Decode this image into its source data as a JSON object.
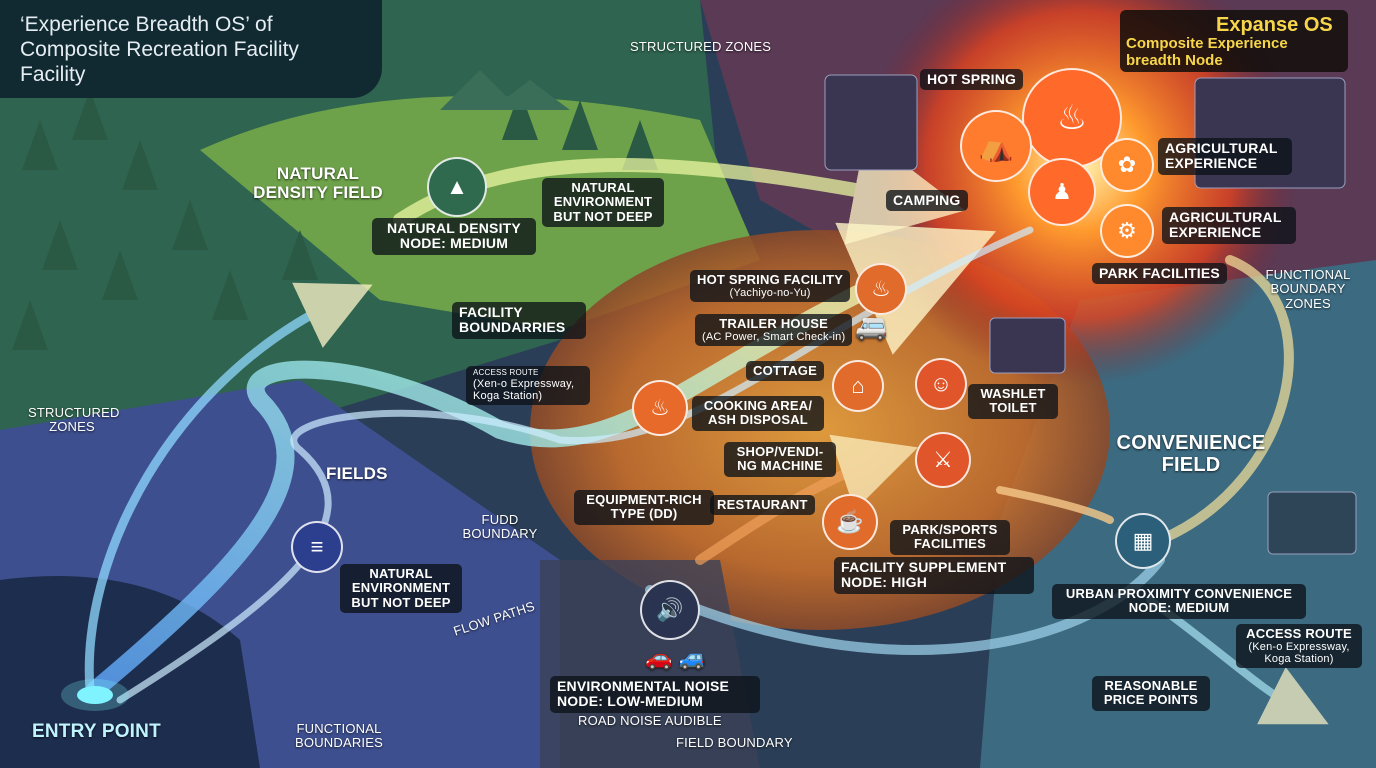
{
  "title": "‘Experience Breadth OS’ of Composite Recreation Facility Facility",
  "os_title": "Expanse OS",
  "os_subtitle": "Composite Experience breadth Node",
  "labels": {
    "structured_zones_top": "STRUCTURED ZONES",
    "natural_density_field": "NATURAL DENSITY FIELD",
    "natural_density_node": "NATURAL DENSITY NODE: MEDIUM",
    "natural_env_top": "NATURAL ENVIRONMENT BUT NOT DEEP",
    "camping": "CAMPING",
    "hot_spring": "HOT SPRING",
    "agricultural_1": "AGRICULTURAL EXPERIENCE",
    "agricultural_2": "AGRICULTURAL EXPERIENCE",
    "park_facilities": "PARK FACILITIES",
    "functional_boundary_zones": "FUNCTIONAL BOUNDARY ZONES",
    "facility_boundaries": "FACILITY BOUNDARRIES",
    "access_routes_small_title": "ACCESS ROUTE",
    "access_routes_small": "(Xen-o Expressway, Koga Station)",
    "hot_spring_facility": "HOT SPRING FACILITY",
    "hot_spring_facility_sub": "(Yachiyo-no-Yu)",
    "trailer_house": "TRAILER HOUSE",
    "trailer_house_sub": "(AC Power, Smart Check-in)",
    "cottage": "COTTAGE",
    "washlet_toilet": "WASHLET TOILET",
    "cooking_area": "COOKING AREA/ ASH DISPOSAL",
    "shop_vending": "SHOP/VENDI- NG MACHINE",
    "structured_zones_left": "STRUCTURED ZONES",
    "fields": "FIELDS",
    "fudd_boundary": "FUDD BOUNDARY",
    "equipment_rich": "EQUIPMENT-RICH TYPE (DD)",
    "restaurant": "RESTAURANT",
    "park_sports": "PARK/SPORTS FACILITIES",
    "facility_supplement": "FACILITY SUPPLEMENT NODE: HIGH",
    "convenience_field": "CONVENIENCE FIELD",
    "natural_env_left": "NATURAL ENVIRONMENT BUT NOT DEEP",
    "flow_paths": "FLOW PATHS",
    "urban_proximity": "URBAN PROXIMITY CONVENIENCE NODE: MEDIUM",
    "access_route": "ACCESS ROUTE",
    "access_route_sub": "(Ken-o Expressway, Koga Station)",
    "environmental_noise": "ENVIRONMENTAL NOISE NODE: LOW-MEDIUM",
    "road_noise": "ROAD NOISE AUDIBLE",
    "reasonable_price": "REASONABLE PRICE POINTS",
    "entry_point": "ENTRY POINT",
    "functional_boundaries": "FUNCTIONAL BOUNDARIES",
    "field_boundary": "FIELD BOUNDARY"
  },
  "colors": {
    "forest": "#3d7a5a",
    "meadow": "#7fae4e",
    "facility": "#e58a2f",
    "hotcore": "#ff5a2a",
    "convenience": "#4c7f98",
    "flow": "#7fd0f2",
    "accent_gold": "#f7d64a"
  },
  "icons": [
    "tree-icon",
    "hot-spring-icon",
    "tent-icon",
    "family-icon",
    "corn-icon",
    "tractor-icon",
    "trailer-icon",
    "house-icon",
    "people-icon",
    "cooking-icon",
    "fork-knife-icon",
    "vending-icon",
    "restaurant-icon",
    "speaker-icon",
    "car-icon",
    "layers-icon",
    "building-icon"
  ]
}
